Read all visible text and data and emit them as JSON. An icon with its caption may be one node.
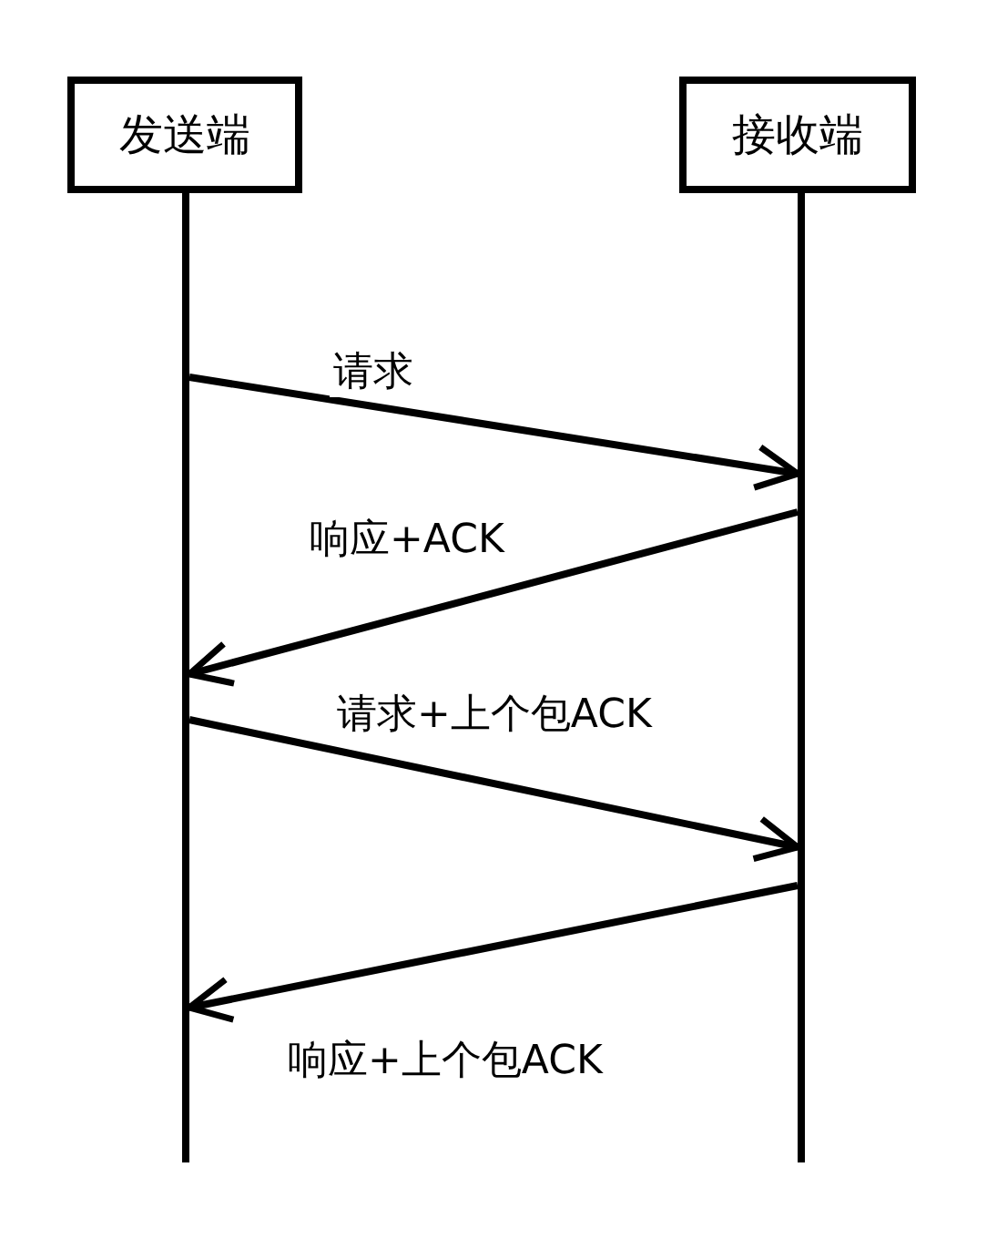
{
  "diagram": {
    "nodes": [
      {
        "text": [
          "发送端"
        ]
      },
      {
        "text": [
          "接收端"
        ]
      },
      {
        "text": [],
        "shape": "bar"
      },
      {
        "text": [],
        "shape": "bar"
      }
    ],
    "edges": [
      {
        "from": 2,
        "to": 3,
        "arrow": "to",
        "label": "请求"
      },
      {
        "from": 3,
        "to": 2,
        "arrow": "to",
        "label": "响应+ACK"
      },
      {
        "from": 2,
        "to": 3,
        "arrow": "to",
        "label": "请求+上个包ACK"
      },
      {
        "from": 3,
        "to": 2,
        "arrow": "to",
        "label": "响应+上个包ACK"
      }
    ]
  }
}
